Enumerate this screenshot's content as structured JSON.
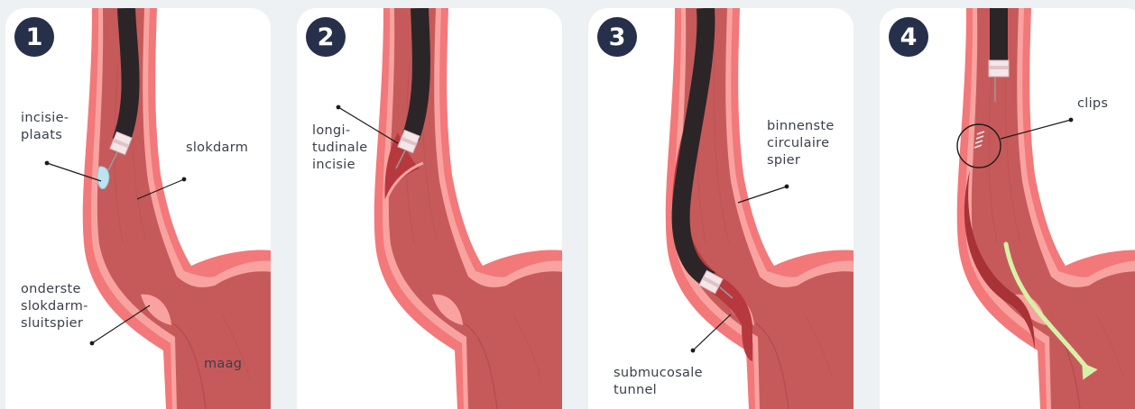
{
  "panels": [
    {
      "step": "1",
      "labels": {
        "incision_site": "incisie-\nplaats",
        "esophagus": "slokdarm",
        "lower_sphincter": "onderste\nslokdarm-\nsluitspier",
        "stomach": "maag"
      }
    },
    {
      "step": "2",
      "labels": {
        "longitudinal_incision": "longi-\ntudinale\nincisie"
      }
    },
    {
      "step": "3",
      "labels": {
        "inner_circular_muscle": "binnenste\ncirculaire\nspier",
        "submucosal_tunnel": "submucosale\ntunnel"
      }
    },
    {
      "step": "4",
      "labels": {
        "clips": "clips"
      }
    }
  ],
  "colors": {
    "background": "#eef1f3",
    "panel": "#ffffff",
    "badge": "#26304a",
    "outer_wall": "#f2787a",
    "wall_light": "#f9a3a0",
    "lumen": "#c65a5b",
    "endoscope": "#2b2528",
    "incision": "#b7393e",
    "fluid": "#bfe3ee",
    "arrow": "#d6f2a8"
  }
}
